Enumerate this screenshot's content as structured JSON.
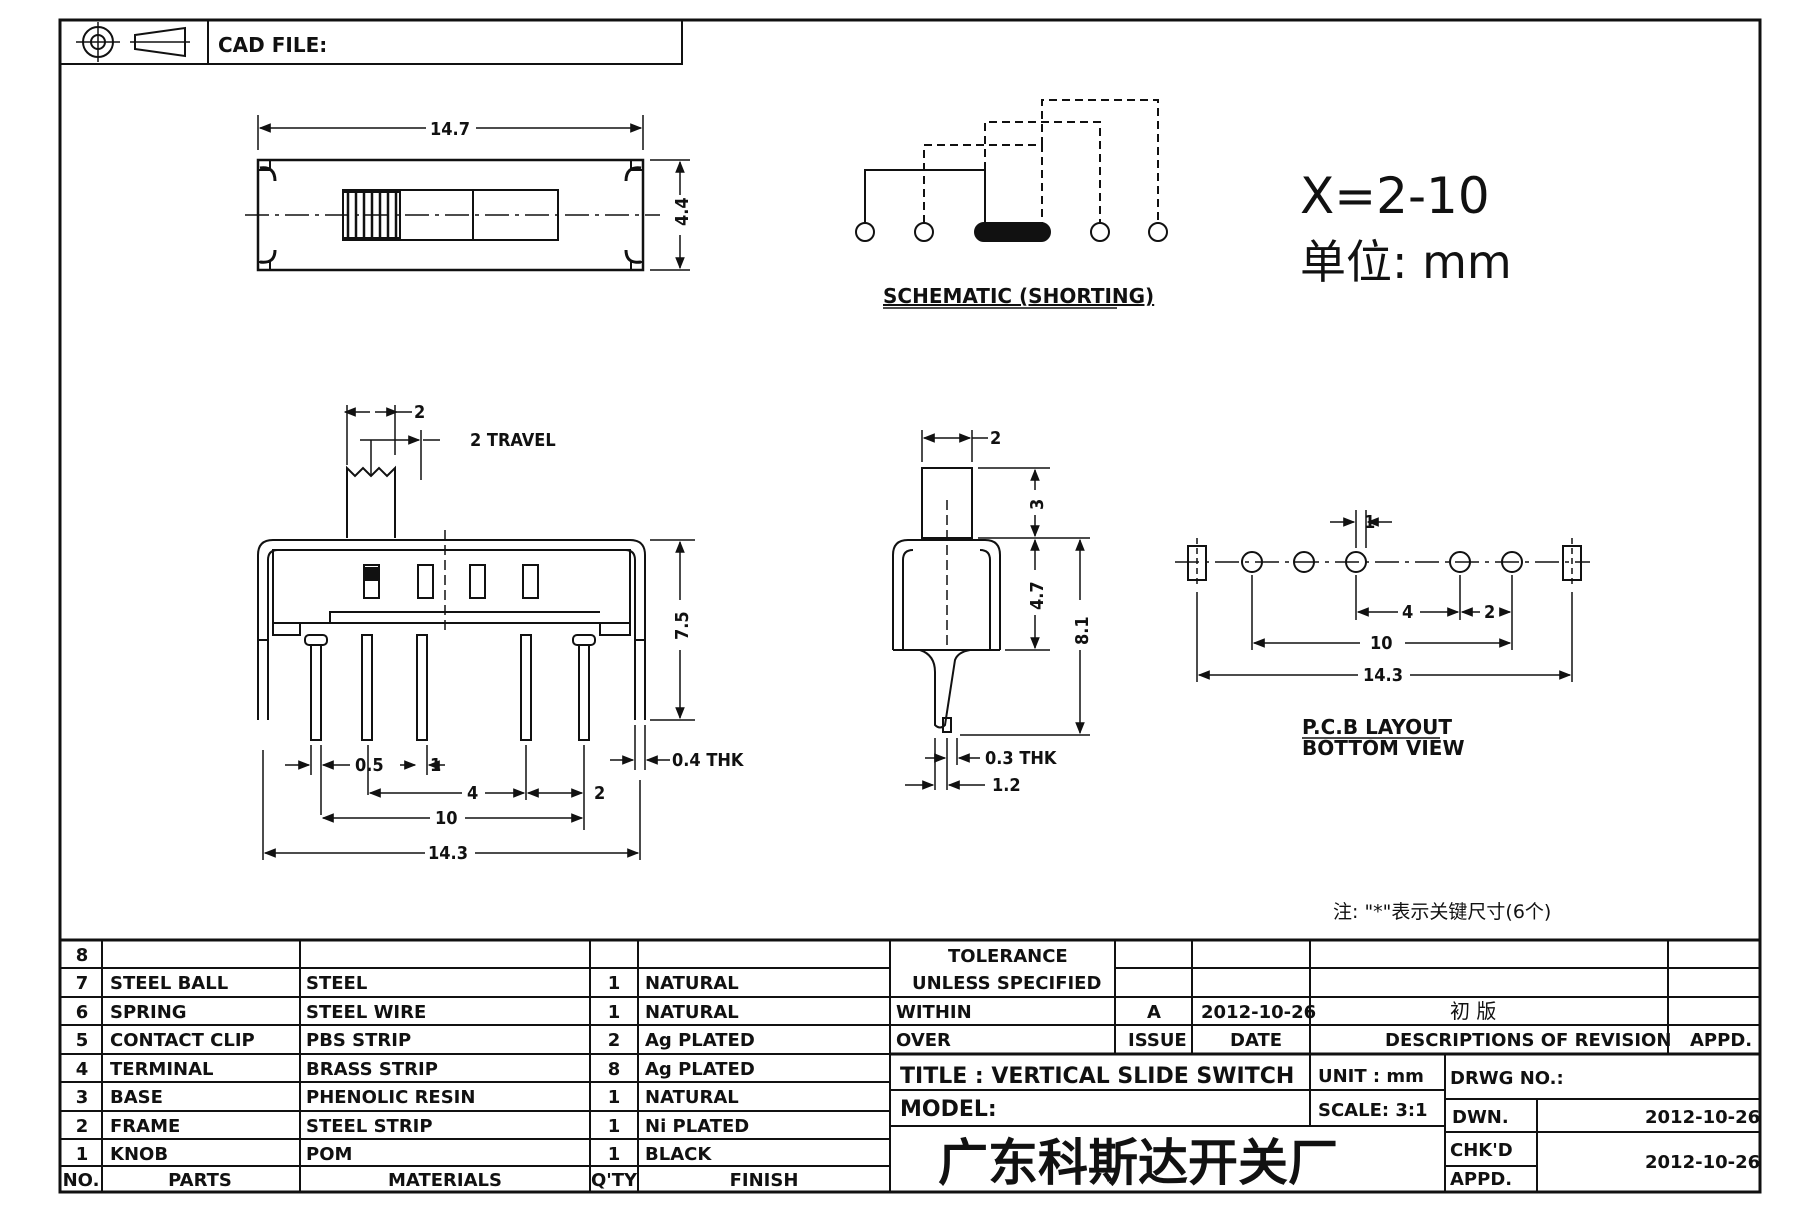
{
  "header": {
    "cad_file_label": "CAD FILE:"
  },
  "top_view": {
    "length": "14.7",
    "height": "4.4"
  },
  "schematic": {
    "label": "SCHEMATIC (SHORTING)"
  },
  "notes": {
    "x_range": "X=2-10",
    "unit_line": "单位: mm",
    "footnote": "注: \"*\"表示关键尺寸(6个)"
  },
  "front_view": {
    "knob_width": "2",
    "travel": "2 TRAVEL",
    "height": "7.5",
    "thickness": "0.4 THK",
    "pin_width": "0.5",
    "pin_gap": "1",
    "pitch": "4",
    "pitch_small": "2",
    "span": "10",
    "overall": "14.3"
  },
  "side_view": {
    "knob_width": "2",
    "knob_height": "3",
    "body_height": "4.7",
    "overall": "8.1",
    "thickness": "0.3 THK",
    "pin_width": "1.2"
  },
  "pcb_layout": {
    "pitch_min": "1",
    "pitch": "4",
    "pitch_small": "2",
    "span": "10",
    "overall": "14.3",
    "label_line1": "P.C.B LAYOUT",
    "label_line2": "BOTTOM VIEW"
  },
  "bom": {
    "rows": [
      {
        "no": "8",
        "part": "",
        "material": "",
        "qty": "",
        "finish": ""
      },
      {
        "no": "7",
        "part": "STEEL BALL",
        "material": "STEEL",
        "qty": "1",
        "finish": "NATURAL"
      },
      {
        "no": "6",
        "part": "SPRING",
        "material": "STEEL WIRE",
        "qty": "1",
        "finish": "NATURAL"
      },
      {
        "no": "5",
        "part": "CONTACT CLIP",
        "material": "PBS STRIP",
        "qty": "2",
        "finish": "Ag PLATED"
      },
      {
        "no": "4",
        "part": "TERMINAL",
        "material": "BRASS STRIP",
        "qty": "8",
        "finish": "Ag PLATED"
      },
      {
        "no": "3",
        "part": "BASE",
        "material": "PHENOLIC RESIN",
        "qty": "1",
        "finish": "NATURAL"
      },
      {
        "no": "2",
        "part": "FRAME",
        "material": "STEEL STRIP",
        "qty": "1",
        "finish": "Ni PLATED"
      },
      {
        "no": "1",
        "part": "KNOB",
        "material": "POM",
        "qty": "1",
        "finish": "BLACK"
      }
    ],
    "headers": {
      "no": "NO.",
      "part": "PARTS",
      "material": "MATERIALS",
      "qty": "Q'TY",
      "finish": "FINISH"
    }
  },
  "title_block": {
    "tolerance_line1": "TOLERANCE",
    "tolerance_line2": "UNLESS  SPECIFIED",
    "within": "WITHIN",
    "over": "OVER",
    "issue_value": "A",
    "date_value": "2012-10-26",
    "revision_desc": "初  版",
    "issue_label": "ISSUE",
    "date_label": "DATE",
    "desc_label": "DESCRIPTIONS OF REVISION",
    "appd_label": "APPD.",
    "title": "TITLE :  VERTICAL SLIDE SWITCH",
    "unit": "UNIT :  mm",
    "drwg_no": "DRWG NO.:",
    "model": "MODEL:",
    "scale": "SCALE:  3:1",
    "dwn_label": "DWN.",
    "dwn_date": "2012-10-26",
    "company": "广东科斯达开关厂",
    "chkd_label": "CHK'D",
    "appd2_label": "APPD.",
    "chkd_date": "2012-10-26"
  }
}
